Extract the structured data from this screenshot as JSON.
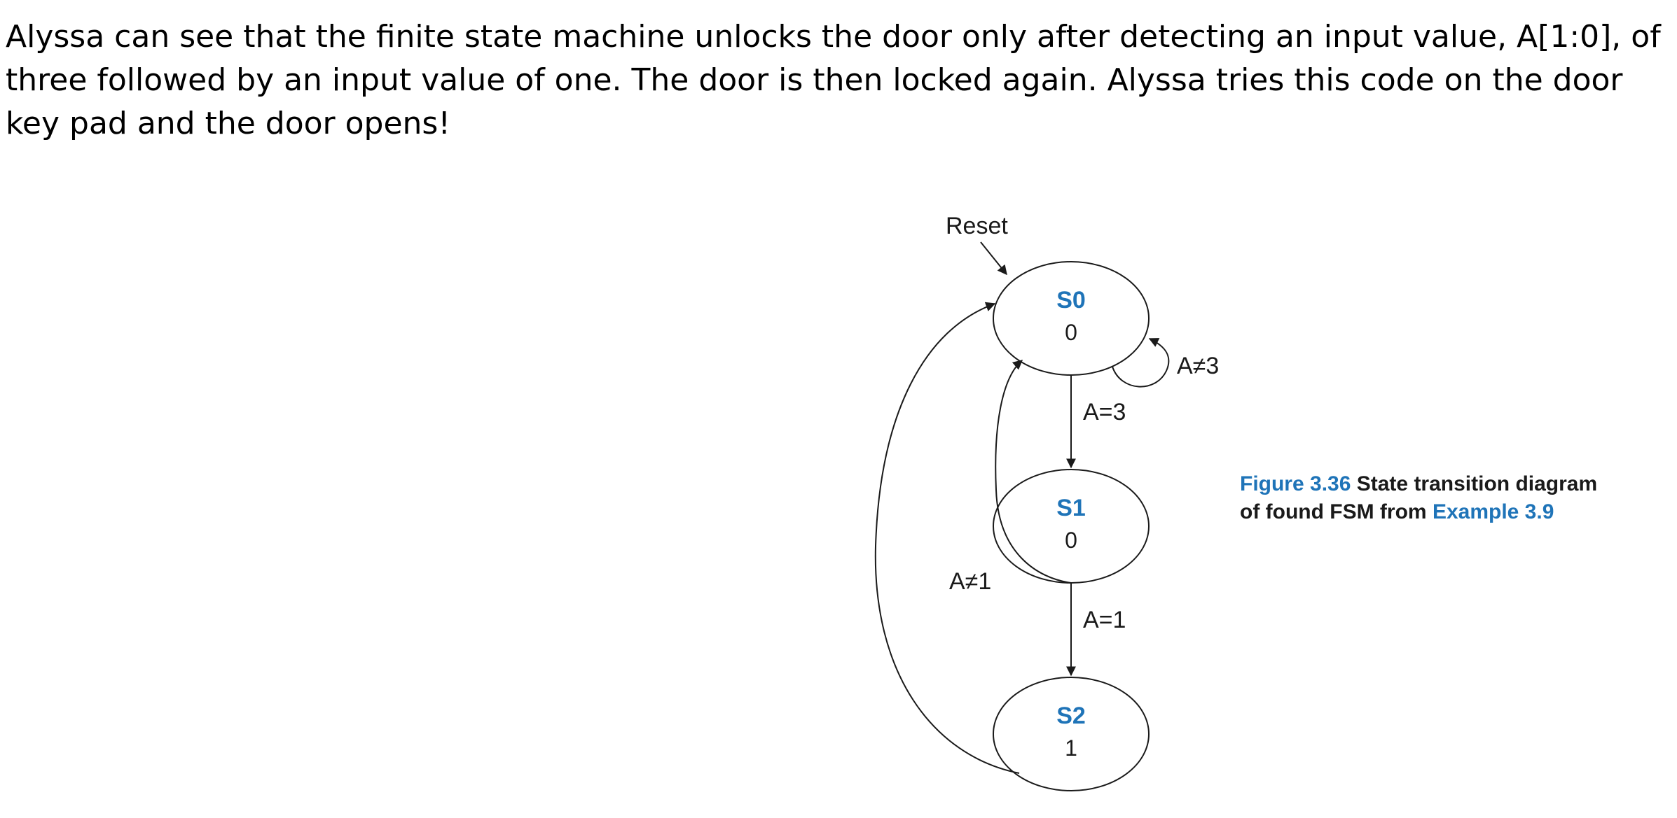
{
  "intro_text": "Alyssa can see that the finite state machine unlocks the door only after detecting an input value, A[1:0], of three followed by an input value of one. The door is then locked again. Alyssa tries this code on the door key pad and the door opens!",
  "diagram": {
    "reset_label": "Reset",
    "states": [
      {
        "name": "S0",
        "output": "0"
      },
      {
        "name": "S1",
        "output": "0"
      },
      {
        "name": "S2",
        "output": "1"
      }
    ],
    "transitions": [
      {
        "from": "S0",
        "to": "S0",
        "label": "A≠3"
      },
      {
        "from": "S0",
        "to": "S1",
        "label": "A=3"
      },
      {
        "from": "S1",
        "to": "S0",
        "label": "A≠1"
      },
      {
        "from": "S1",
        "to": "S2",
        "label": "A=1"
      },
      {
        "from": "S2",
        "to": "S0",
        "label": ""
      }
    ],
    "caption": {
      "figure_number": "Figure 3.36",
      "text_part1": "State transition diagram of found FSM from",
      "text_part2": "Example 3.9"
    }
  },
  "colors": {
    "accent_blue": "#1f74b8",
    "line": "#1a1a1a"
  }
}
